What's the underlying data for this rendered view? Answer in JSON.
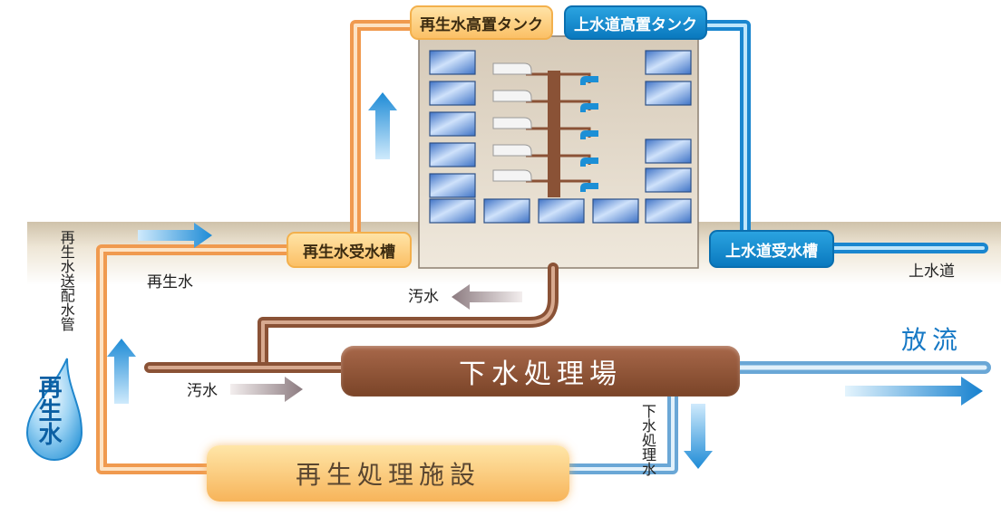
{
  "labels": {
    "recycled_elevated_tank": "再生水高置タンク",
    "water_elevated_tank": "上水道高置タンク",
    "recycled_receiving_tank": "再生水受水槽",
    "water_receiving_tank": "上水道受水槽",
    "recycled_supply_pipe": "再生水送配水管",
    "recycled_water": "再生水",
    "tap_water": "上水道",
    "sewage_top": "汚水",
    "sewage_bottom": "汚水",
    "sewage_plant": "下水処理場",
    "treated_water": "下水処理水",
    "discharge": "放流",
    "reclamation_facility": "再生処理施設",
    "drop_text": "再生水"
  },
  "colors": {
    "recycled": "#f6b36c",
    "tap": "#1c8fd6",
    "sewage": "#8a5236",
    "ground": "#e7dcc8",
    "building": "#e6ddd0"
  }
}
